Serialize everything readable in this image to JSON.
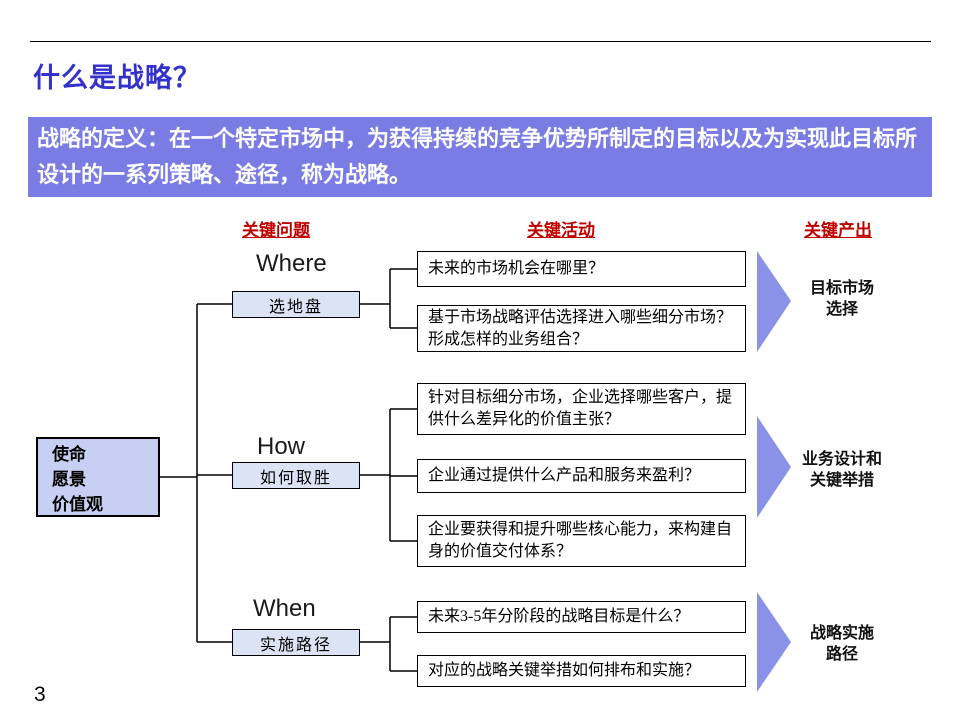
{
  "header": {
    "title": "什么是战略？"
  },
  "definition": {
    "text": "战略的定义：在一个特定市场中，为获得持续的竞争优势所制定的目标以及为实现此目标所设计的一系列策略、途径，称为战略。"
  },
  "columns": {
    "questions": "关键问题",
    "activities": "关键活动",
    "outputs": "关键产出"
  },
  "mission": {
    "lines": [
      "使命",
      "愿景",
      "价值观"
    ]
  },
  "branches": [
    {
      "en": "Where",
      "cn": "选地盘",
      "questions": [
        "未来的市场机会在哪里？",
        "基于市场战略评估选择进入哪些细分市场？形成怎样的业务组合？"
      ],
      "output": [
        "目标市场",
        "选择"
      ]
    },
    {
      "en": "How",
      "cn": "如何取胜",
      "questions": [
        "针对目标细分市场，企业选择哪些客户，提供什么差异化的价值主张？",
        "企业通过提供什么产品和服务来盈利？",
        "企业要获得和提升哪些核心能力，来构建自身的价值交付体系？"
      ],
      "output": [
        "业务设计和",
        "关键举措"
      ]
    },
    {
      "en": "When",
      "cn": "实施路径",
      "questions": [
        "未来3-5年分阶段的战略目标是什么？",
        "对应的战略关键举措如何排布和实施？"
      ],
      "output": [
        "战略实施",
        "路径"
      ]
    }
  ],
  "footer": {
    "page_number": "3"
  },
  "colors": {
    "title": "#3333cc",
    "banner_bg": "#7a7ce4",
    "column_header": "#c00000",
    "branch_box_bg": "#dce3f5",
    "mission_box_bg": "#c7cff2",
    "arrow": "#8a92e8"
  }
}
